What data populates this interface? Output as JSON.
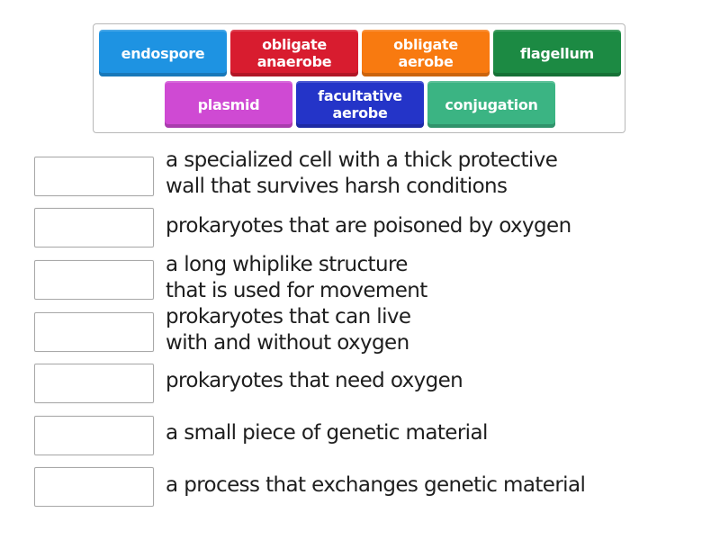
{
  "tiles": [
    {
      "label": "endospore",
      "color": "#1e93e2"
    },
    {
      "label": "obligate\nanaerobe",
      "color": "#d81c2f"
    },
    {
      "label": "obligate\naerobe",
      "color": "#f87a10"
    },
    {
      "label": "flagellum",
      "color": "#1c8a43"
    },
    {
      "label": "plasmid",
      "color": "#cf4ad3"
    },
    {
      "label": "facultative\naerobe",
      "color": "#2434c8"
    },
    {
      "label": "conjugation",
      "color": "#3bb483"
    }
  ],
  "rows": [
    {
      "description": "a specialized cell with a thick protective\nwall that survives harsh conditions"
    },
    {
      "description": "prokaryotes that are poisoned by oxygen"
    },
    {
      "description": "a long whiplike structure\nthat is used for movement"
    },
    {
      "description": "prokaryotes that can live\nwith and without oxygen"
    },
    {
      "description": "prokaryotes that need oxygen"
    },
    {
      "description": "a small piece of genetic material"
    },
    {
      "description": "a process that exchanges genetic material"
    }
  ]
}
